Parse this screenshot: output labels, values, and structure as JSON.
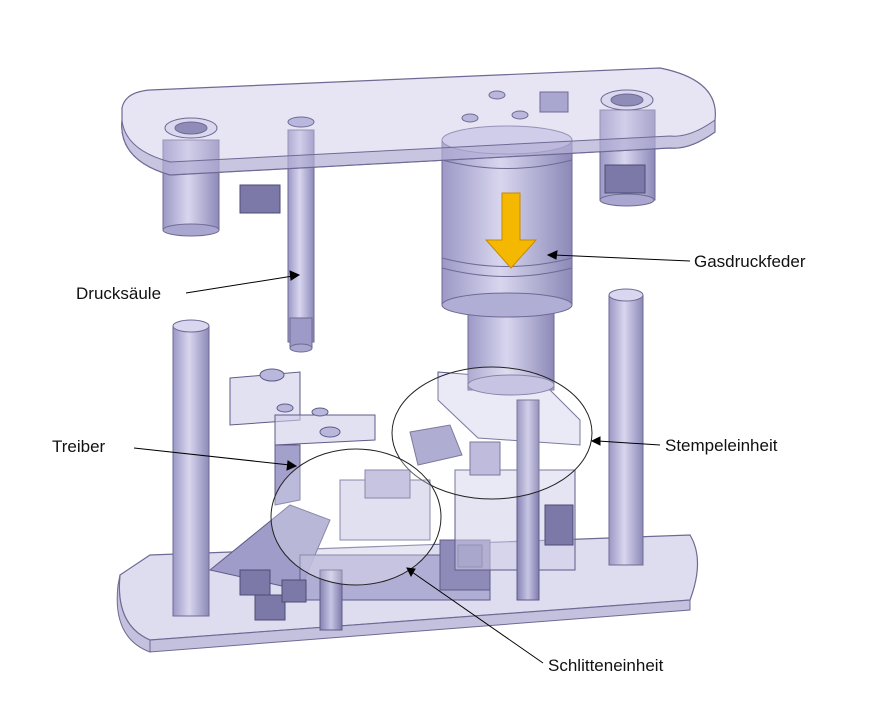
{
  "labels": {
    "gasdruckfeder": "Gasdruckfeder",
    "druckssaeule": "Drucksäule",
    "treiber": "Treiber",
    "stempeleinheit": "Stempeleinheit",
    "schlitteneinheit": "Schlitteneinheit"
  },
  "colors": {
    "plate_fill": "#c9c6e4",
    "plate_stroke": "#6e6a94",
    "metal": "#b9b7dc",
    "metal_dark": "#8f8cb8",
    "arrow": "#f5b800",
    "leader": "#000000"
  },
  "icons": {
    "direction": "down-arrow-icon"
  }
}
